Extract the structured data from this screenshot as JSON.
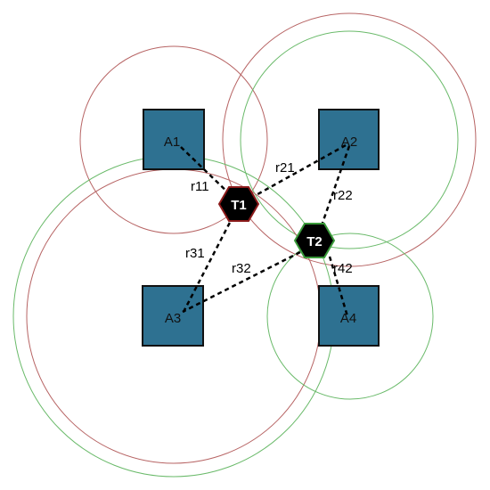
{
  "colors": {
    "anchor_fill": "#2e7191",
    "tag_fill": "#000000",
    "tag1_border": "#8b1a1a",
    "tag2_border": "#3a9a3a",
    "ring_red": "#b76464",
    "ring_green": "#6aba6a",
    "link": "#000000"
  },
  "anchors": [
    {
      "id": "a1",
      "label": "A1"
    },
    {
      "id": "a2",
      "label": "A2"
    },
    {
      "id": "a3",
      "label": "A3"
    },
    {
      "id": "a4",
      "label": "A4"
    }
  ],
  "tags": [
    {
      "id": "t1",
      "label": "T1"
    },
    {
      "id": "t2",
      "label": "T2"
    }
  ],
  "links": [
    {
      "id": "r11",
      "label": "r11"
    },
    {
      "id": "r21",
      "label": "r21"
    },
    {
      "id": "r31",
      "label": "r31"
    },
    {
      "id": "r22",
      "label": "r22"
    },
    {
      "id": "r32",
      "label": "r32"
    },
    {
      "id": "r42",
      "label": "r42"
    }
  ]
}
